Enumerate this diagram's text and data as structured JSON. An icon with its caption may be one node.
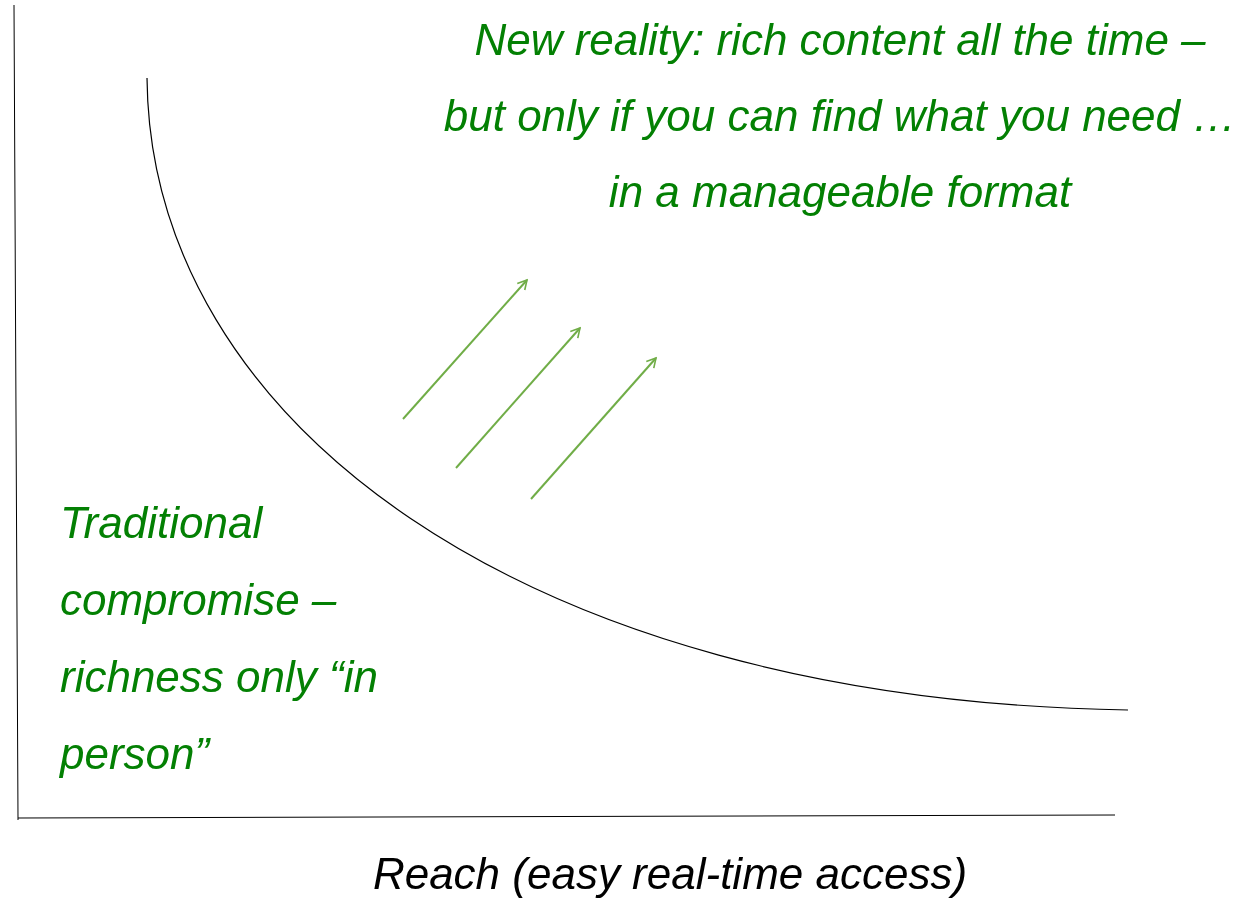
{
  "diagram": {
    "labels": [
      "New reality: rich content all the time – but only if you can find what you need … in a manageable format",
      "Traditional compromise – richness only “in person”",
      "Reach (easy real-time access)"
    ]
  }
}
